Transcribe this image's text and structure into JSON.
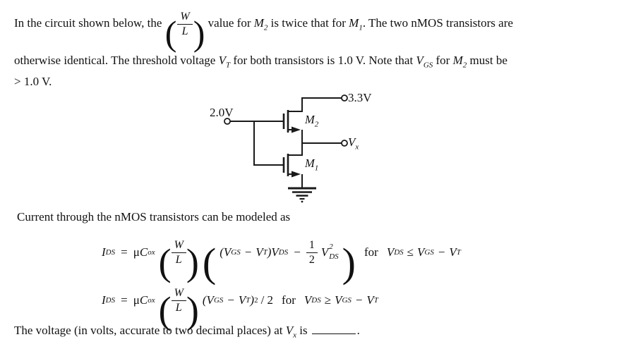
{
  "problem": {
    "line1": {
      "pre": "In the circuit shown below, the",
      "frac": {
        "open": "(",
        "num": "W",
        "den": "L",
        "close": ")"
      },
      "mid1": "value for",
      "m2": {
        "base": "M",
        "sub": "2"
      },
      "mid2": "is twice that for",
      "m1": {
        "base": "M",
        "sub": "1"
      },
      "end": ". The two nMOS transistors are"
    },
    "line2": {
      "seg1": "otherwise identical. The threshold voltage",
      "vt": {
        "base": "V",
        "sub": "T"
      },
      "seg2": "for both transistors is 1.0 V. Note that",
      "vgs": {
        "base": "V",
        "sub": "GS"
      },
      "seg3": "for",
      "m2": {
        "base": "M",
        "sub": "2"
      },
      "seg4": "must be"
    },
    "line3": "> 1.0 V."
  },
  "circuit": {
    "input_label": "2.0V",
    "supply_label": "3.3V",
    "m2": {
      "base": "M",
      "sub": "2"
    },
    "m1": {
      "base": "M",
      "sub": "1"
    },
    "vx": {
      "base": "V",
      "sub": "x"
    },
    "wire_color": "#1a1a1a"
  },
  "model": {
    "intro": "Current through the nMOS transistors can be modeled as",
    "eq1": {
      "lhs": {
        "base": "I",
        "sub": "DS"
      },
      "equals": "=",
      "mu": "μ",
      "cox": {
        "base": "C",
        "sub": "ox"
      },
      "lp_big": "(",
      "wl": {
        "num": "W",
        "den": "L"
      },
      "rp_big": ")",
      "lp_big2": "(",
      "lp": "(",
      "vgs": {
        "base": "V",
        "sub": "GS"
      },
      "minus1": "−",
      "vt": {
        "base": "V",
        "sub": "T"
      },
      "rp": ")",
      "vds": {
        "base": "V",
        "sub": "DS"
      },
      "minus2": "−",
      "half": {
        "num": "1",
        "den": "2"
      },
      "vds2": {
        "base": "V",
        "sup": "2",
        "sub": "DS"
      },
      "rp_big2": ")",
      "cond_for": "for",
      "cond_lhs": {
        "base": "V",
        "sub": "DS"
      },
      "cond_op": "≤",
      "cond_rhs1": {
        "base": "V",
        "sub": "GS"
      },
      "cond_minus": "−",
      "cond_rhs2": {
        "base": "V",
        "sub": "T"
      }
    },
    "eq2": {
      "lhs": {
        "base": "I",
        "sub": "DS"
      },
      "equals": "=",
      "mu": "μ",
      "cox": {
        "base": "C",
        "sub": "ox"
      },
      "lp_big": "(",
      "wl": {
        "num": "W",
        "den": "L"
      },
      "rp_big": ")",
      "lp": "(",
      "vgs": {
        "base": "V",
        "sub": "GS"
      },
      "minus1": "−",
      "vt": {
        "base": "V",
        "sub": "T"
      },
      "rp": ")",
      "sq": "2",
      "over2": "/ 2",
      "cond_for": "for",
      "cond_lhs": {
        "base": "V",
        "sub": "DS"
      },
      "cond_op": "≥",
      "cond_rhs1": {
        "base": "V",
        "sub": "GS"
      },
      "cond_minus": "−",
      "cond_rhs2": {
        "base": "V",
        "sub": "T"
      }
    }
  },
  "footer": {
    "pre": "The voltage (in volts, accurate to two decimal places) at",
    "vx": {
      "base": "V",
      "sub": "x"
    },
    "mid": "is",
    "period": "."
  }
}
